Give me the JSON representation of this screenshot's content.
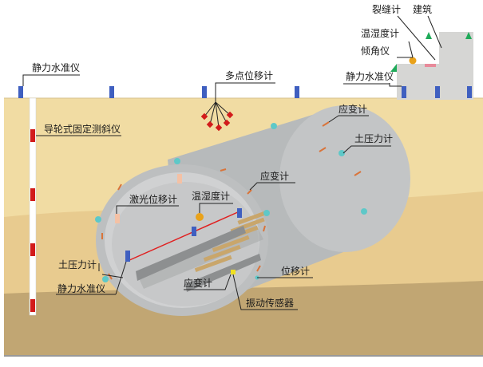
{
  "labels": {
    "static_level_top_left": "静力水准仪",
    "multipoint_displacement": "多点位移计",
    "static_level_top_right": "静力水准仪",
    "crack_meter": "裂缝计",
    "building": "建筑",
    "temp_humidity_top": "温湿度计",
    "inclinometer": "倾角仪",
    "guide_wheel_inclinometer": "导轮式固定测斜仪",
    "strain_gauge_outer": "应变计",
    "earth_pressure_outer": "土压力计",
    "strain_gauge_ring": "应变计",
    "laser_displacement": "激光位移计",
    "temp_humidity_inner": "温湿度计",
    "earth_pressure_inner": "土压力计",
    "static_level_inner": "静力水准仪",
    "strain_gauge_rail": "应变计",
    "displacement_meter": "位移计",
    "vibration_sensor": "振动传感器"
  },
  "colors": {
    "sky": "#ffffff",
    "soil_top": "#f1dca3",
    "soil_mid": "#e8c98c",
    "soil_bottom": "#c2a772",
    "tunnel": "#b9bcbd",
    "tunnel_inner": "#c9cacb",
    "building": "#d6d6d4",
    "sensor_blue": "#3f5fc0",
    "sensor_red": "#d21b1b",
    "strain_orange": "#d9743a",
    "pressure_cyan": "#5ec8c8",
    "temp_yellow": "#e9a21a",
    "sleeper": "#c9a66b",
    "laser_line": "#e02020",
    "crack_pink": "#e88a9a",
    "roof_green": "#1faa59"
  }
}
